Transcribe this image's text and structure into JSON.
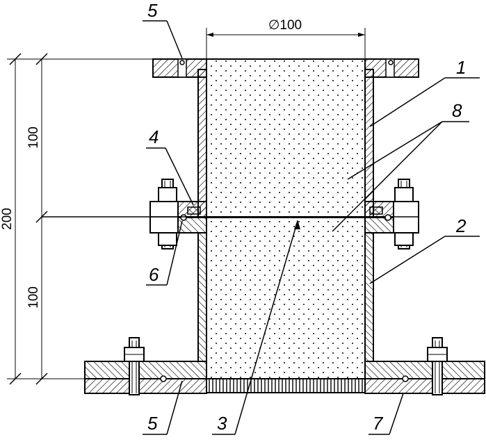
{
  "dimensions": {
    "diameter": "∅100",
    "total_height": "200",
    "upper_height": "100",
    "lower_height": "100"
  },
  "callouts": [
    {
      "id": "top-left-hole",
      "label": "5"
    },
    {
      "id": "upper-ring",
      "label": "1"
    },
    {
      "id": "soil-sample",
      "label": "8"
    },
    {
      "id": "clamp-bolt",
      "label": "4"
    },
    {
      "id": "lower-ring",
      "label": "2"
    },
    {
      "id": "shear-plane-pin",
      "label": "6"
    },
    {
      "id": "bottom-hole",
      "label": "5"
    },
    {
      "id": "porous-plate",
      "label": "3"
    },
    {
      "id": "base-plate",
      "label": "7"
    }
  ]
}
